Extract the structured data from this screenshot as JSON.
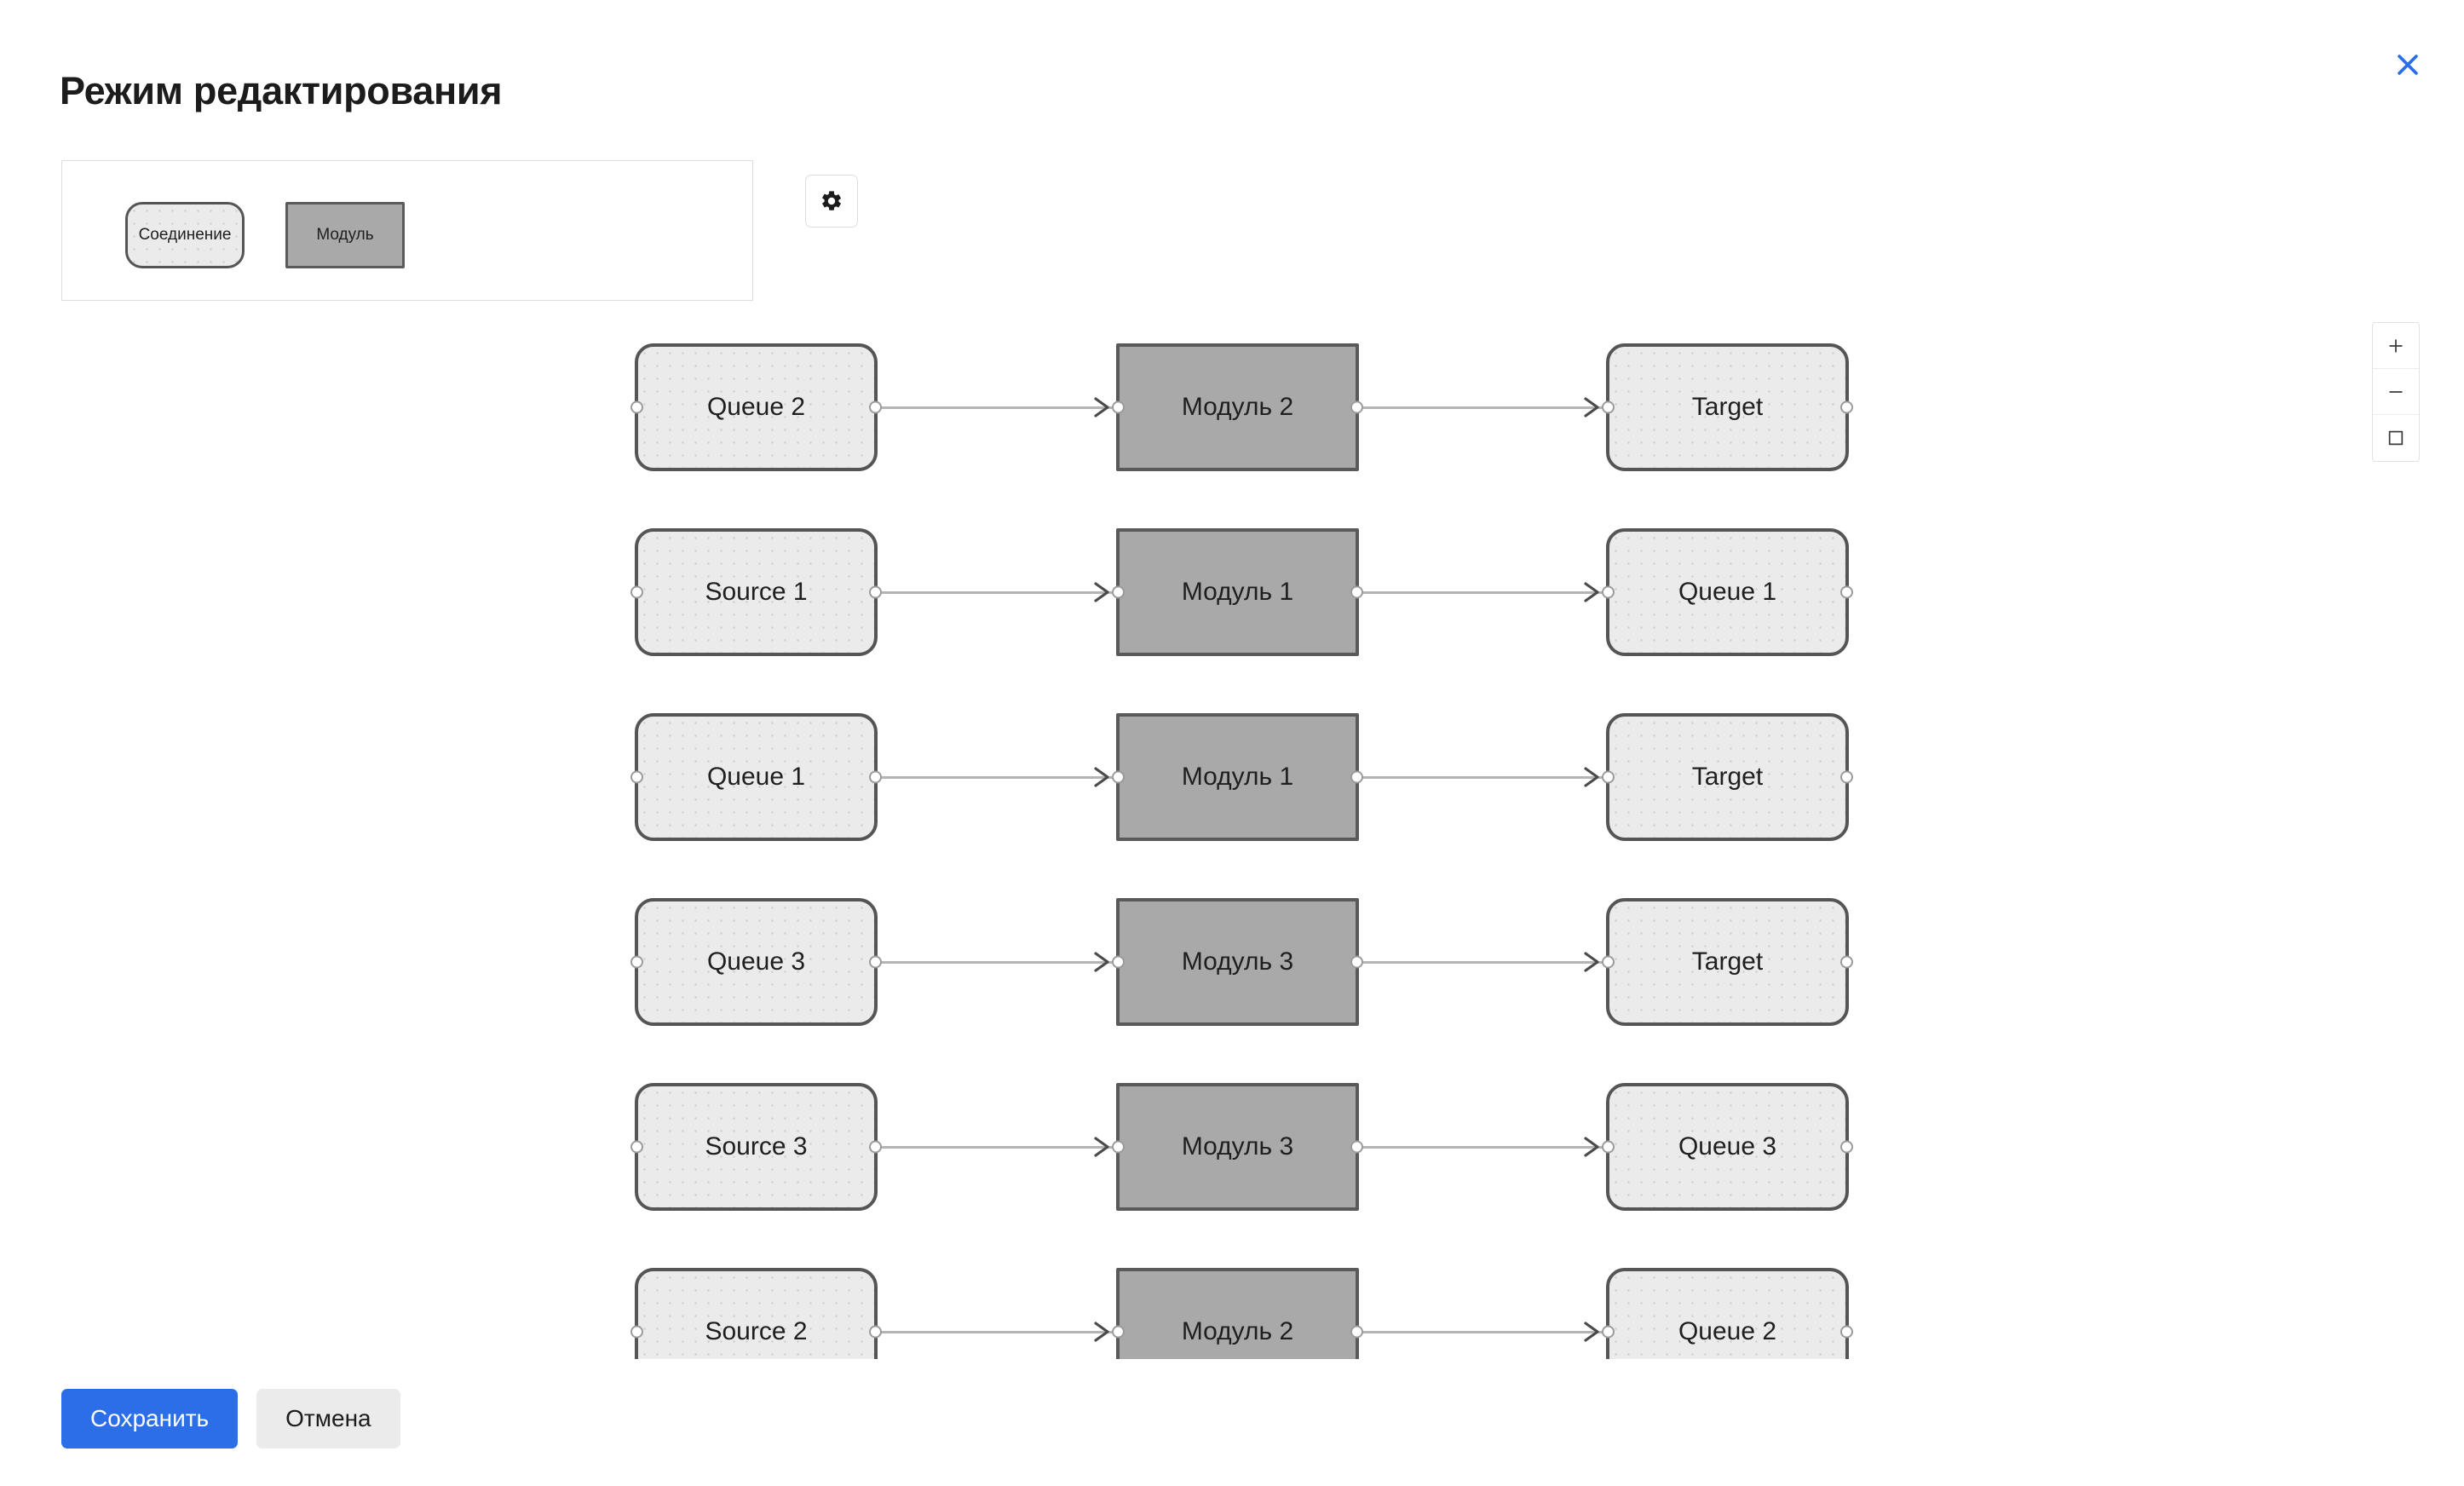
{
  "dialog": {
    "title": "Режим редактирования",
    "close_label": "×"
  },
  "palette": {
    "items": [
      {
        "label": "Соединение",
        "shape": "rounded"
      },
      {
        "label": "Модуль",
        "shape": "rectangle"
      }
    ]
  },
  "toolbar": {
    "settings_icon": "gear-icon"
  },
  "view_controls": {
    "zoom_in": "+",
    "zoom_out": "−",
    "fit_view": "fit-view-icon"
  },
  "colors": {
    "primary": "#2b6ee8",
    "connection_fill": "#ebebeb",
    "connection_border": "#555555",
    "module_fill": "#a9a9a9",
    "module_border": "#5a5a5a",
    "edge": "#b4b4b4",
    "canvas": "#ffffff"
  },
  "flow": {
    "columns": 3,
    "rows": [
      {
        "source": "Queue 2",
        "module": "Модуль 2",
        "target": "Target"
      },
      {
        "source": "Source 1",
        "module": "Модуль 1",
        "target": "Queue 1"
      },
      {
        "source": "Queue 1",
        "module": "Модуль 1",
        "target": "Target"
      },
      {
        "source": "Queue 3",
        "module": "Модуль 3",
        "target": "Target"
      },
      {
        "source": "Source 3",
        "module": "Модуль 3",
        "target": "Queue 3"
      },
      {
        "source": "Source 2",
        "module": "Модуль 2",
        "target": "Queue 2"
      }
    ]
  },
  "footer": {
    "save_label": "Сохранить",
    "cancel_label": "Отмена"
  }
}
